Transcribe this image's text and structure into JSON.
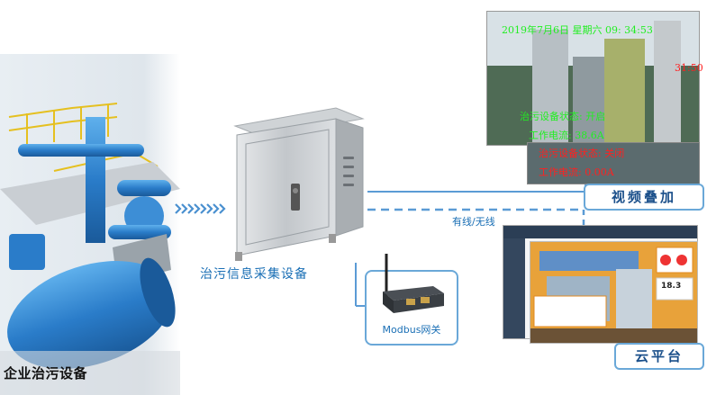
{
  "equipment": {
    "label": "企业治污设备"
  },
  "cabinet": {
    "label": "治污信息采集设备"
  },
  "modbus": {
    "label": "Modbus网关"
  },
  "link": {
    "label": "有线/无线"
  },
  "video": {
    "tag": "视频叠加",
    "timestamp": "2019年7月6日  星期六  09: 34:53",
    "timestamp_partial": "31:50",
    "status_on": "治污设备状态: 开启",
    "current_on": "工作电流: 38.6A",
    "status_off": "治污设备状态: 关闭",
    "current_off": "工作电流: 0.00A"
  },
  "cloud": {
    "tag": "云平台",
    "gauge_value": "18.3"
  },
  "colors": {
    "accent_blue": "#1a6fb5",
    "tag_border": "#6aa8d8",
    "overlay_green": "#22ee22",
    "overlay_red": "#ff2020"
  }
}
